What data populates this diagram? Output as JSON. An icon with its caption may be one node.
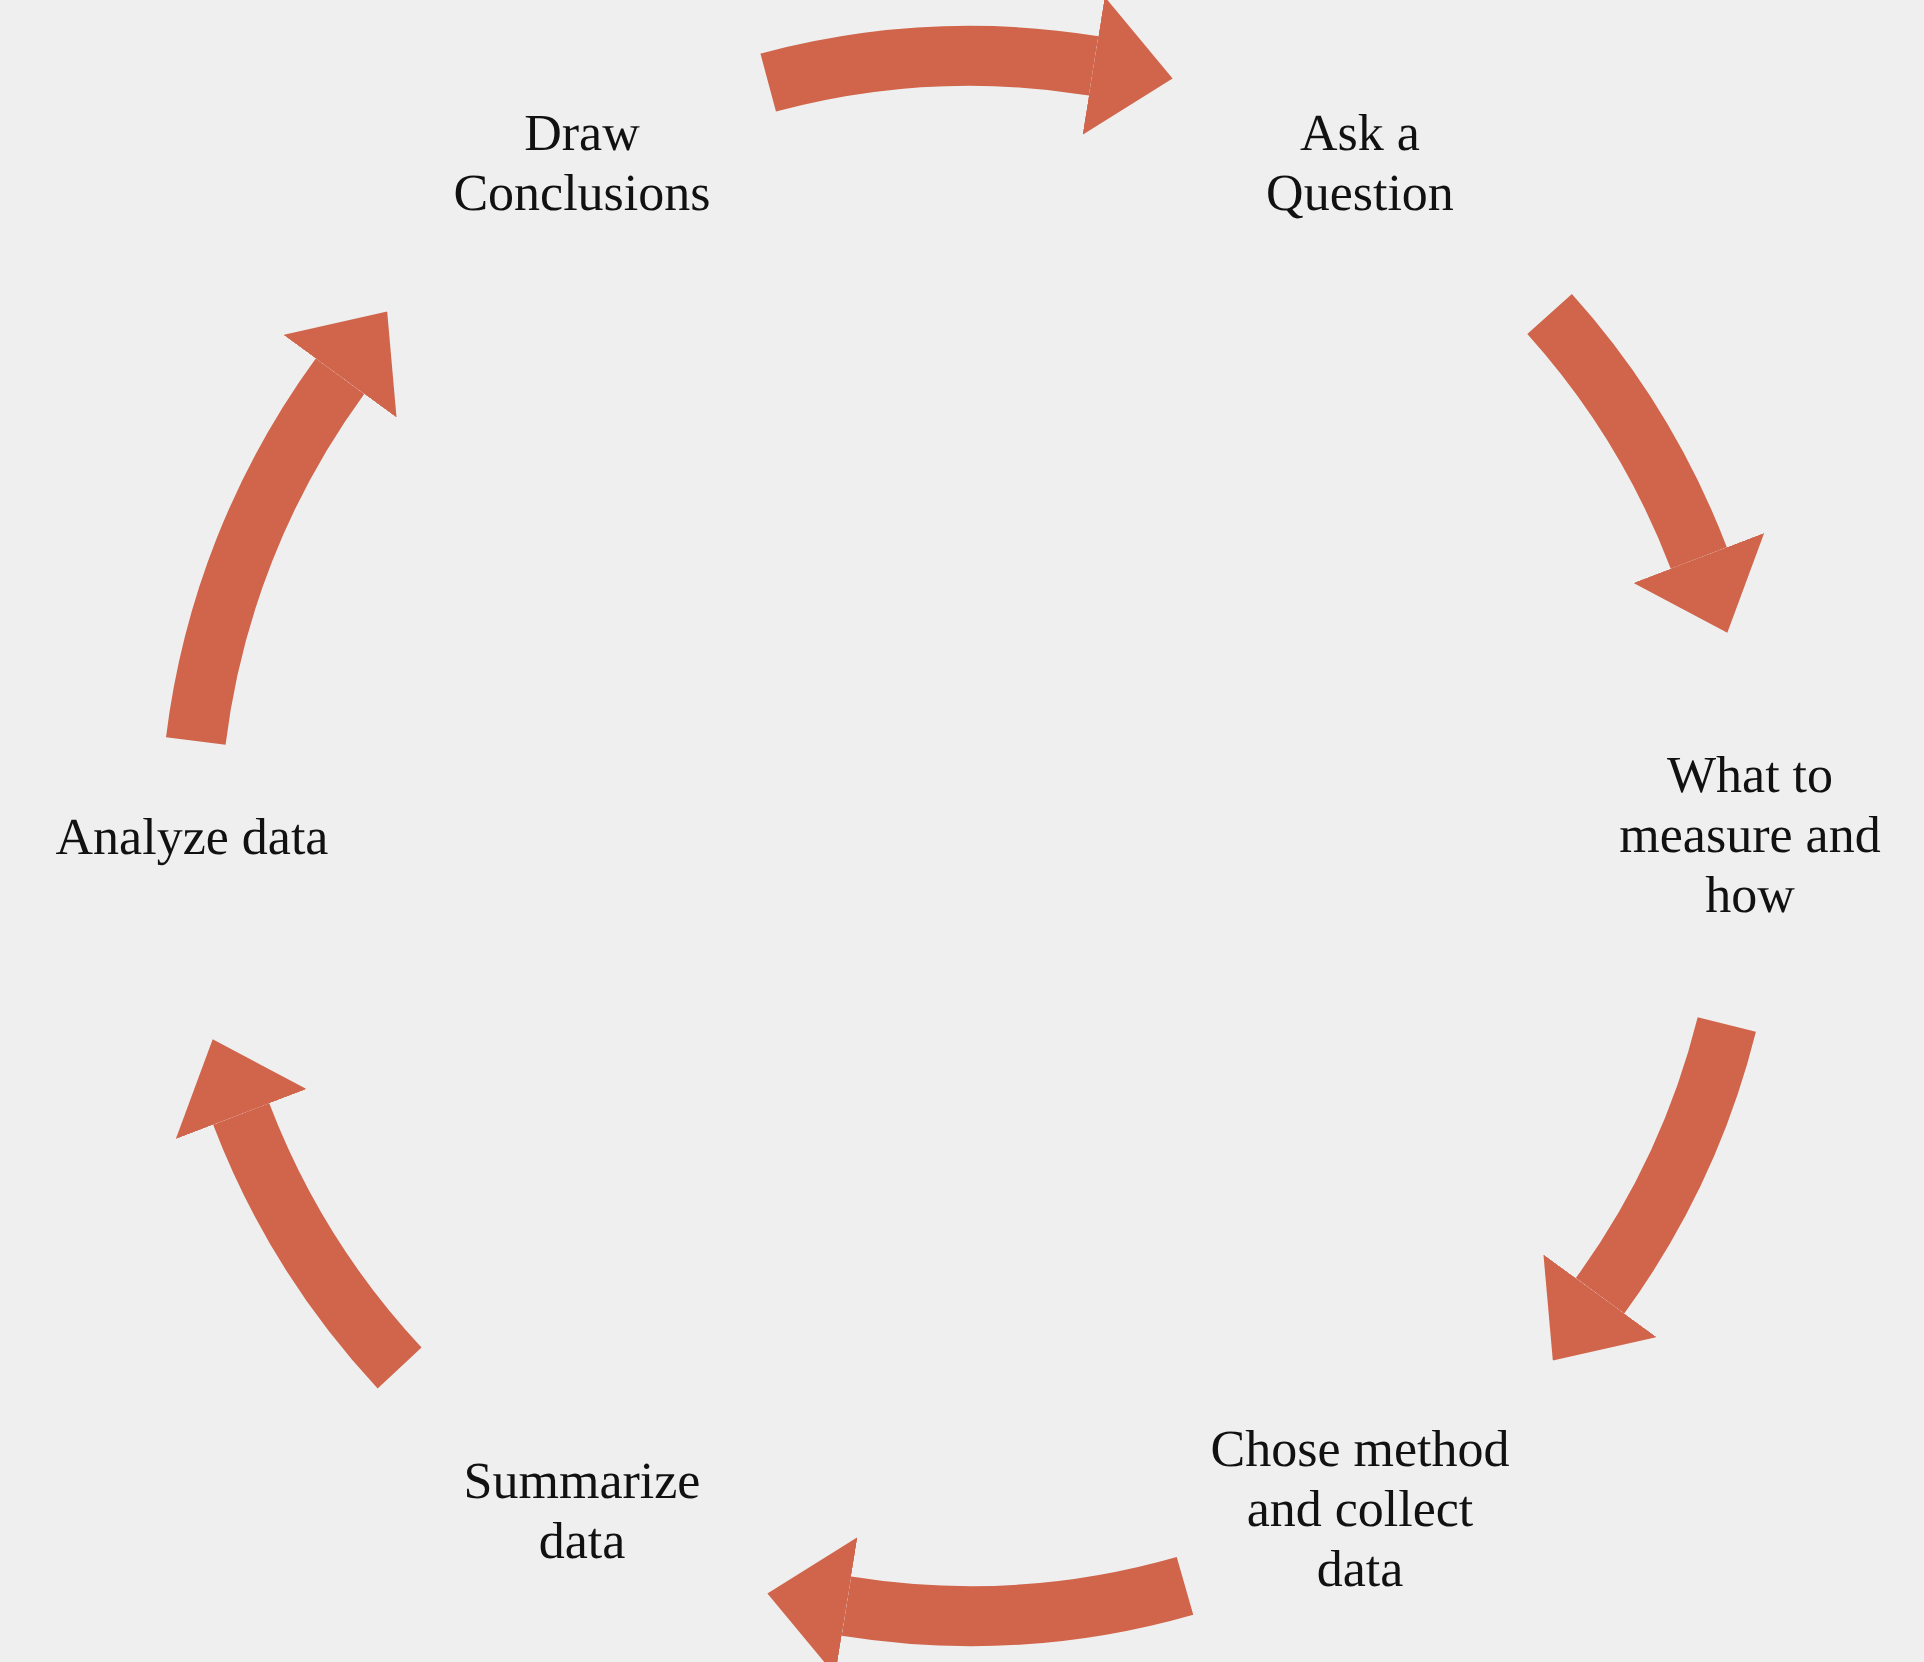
{
  "diagram": {
    "nodes": [
      {
        "text": [
          "Ask a Question"
        ]
      },
      {
        "text": [
          "What to measure and how"
        ]
      },
      {
        "text": [
          "Chose method and collect data"
        ]
      },
      {
        "text": [
          "Summarize data"
        ]
      },
      {
        "text": [
          "Analyze data"
        ]
      },
      {
        "text": [
          "Draw Conclusions"
        ]
      }
    ],
    "edges": [
      {
        "from": 5,
        "to": 0,
        "arrow": "to"
      },
      {
        "from": 0,
        "to": 1,
        "arrow": "to"
      },
      {
        "from": 1,
        "to": 2,
        "arrow": "to"
      },
      {
        "from": 2,
        "to": 3,
        "arrow": "to"
      },
      {
        "from": 3,
        "to": 4,
        "arrow": "to"
      },
      {
        "from": 4,
        "to": 5,
        "arrow": "to"
      }
    ]
  }
}
